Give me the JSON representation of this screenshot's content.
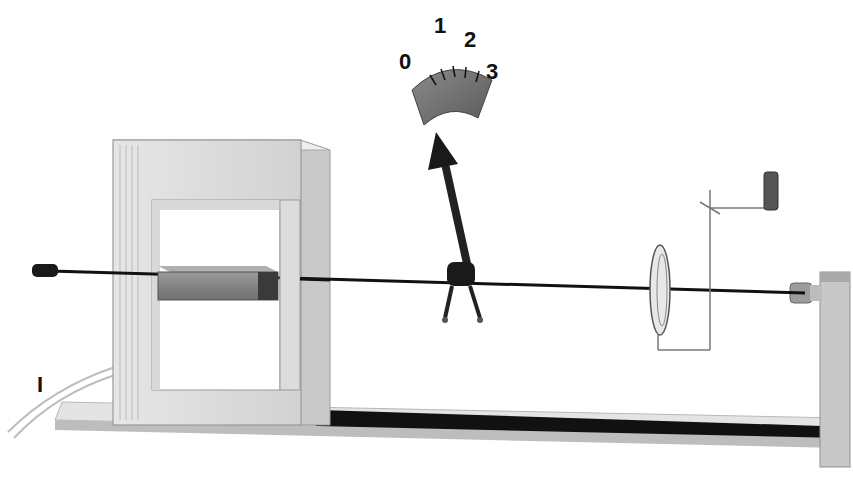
{
  "diagram": {
    "labels": [
      "0",
      "1",
      "2",
      "3",
      "I"
    ]
  }
}
